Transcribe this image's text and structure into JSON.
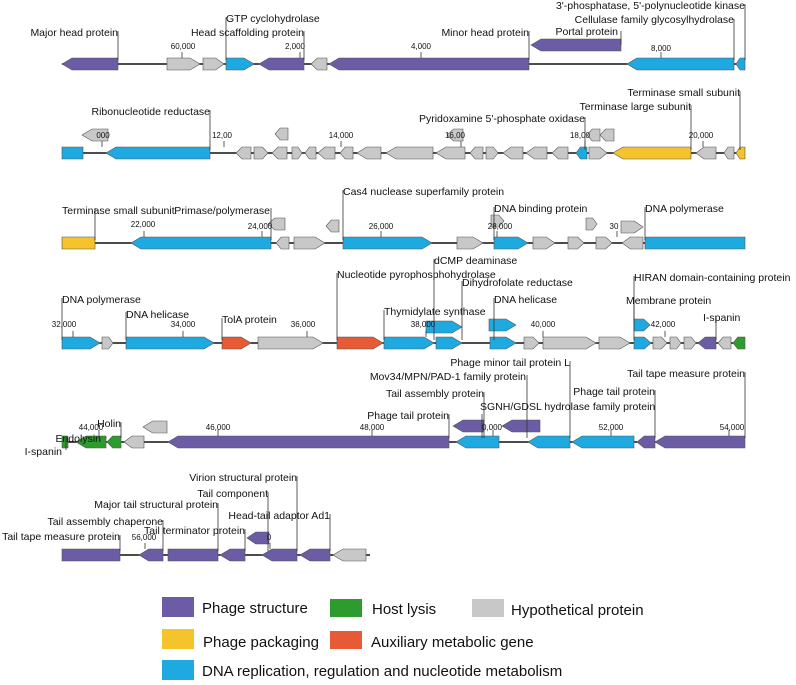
{
  "colors": {
    "structure": "#6B5CA5",
    "lysis": "#2E9B2E",
    "hypo": "#C8C8C8",
    "packaging": "#F5C32C",
    "amg": "#E65A35",
    "dna": "#1EA9E1"
  },
  "rows": [
    {
      "ticks": [
        "60,000",
        "2,000",
        "4,000",
        "8,000"
      ],
      "labels": [
        "Major head protein",
        "GTP cyclohydrolase",
        "Head scaffolding protein",
        "Minor head protein",
        "3'-phosphatase, 5'-polynucleotide kinase",
        "Cellulase family glycosylhydrolase",
        "Portal protein"
      ]
    },
    {
      "ticks": [
        "000",
        "12,00",
        "14,000",
        "16,00",
        "18,00",
        "20,000"
      ],
      "labels": [
        "Ribonucleotide reductase",
        "Pyridoxamine 5'-phosphate oxidase",
        "Terminase small subunit",
        "Terminase large subunit"
      ]
    },
    {
      "ticks": [
        "22,000",
        "24,000",
        "26,000",
        "28,000",
        "30"
      ],
      "labels": [
        "Terminase small subunit",
        "Primase/polymerase",
        "Cas4 nuclease superfamily protein",
        "DNA binding protein",
        "DNA polymerase"
      ]
    },
    {
      "ticks": [
        "32,000",
        "34,000",
        "36,000",
        "38,000",
        "40,000",
        "42,000"
      ],
      "labels": [
        "DNA polymerase",
        "DNA helicase",
        "TolA protein",
        "Nucleotide pyrophosphohydrolase",
        "dCMP deaminase",
        "Thymidylate synthase",
        "Dihydrofolate reductase",
        "DNA helicase",
        "HIRAN domain-containing protein",
        "Membrane protein",
        "I-spanin"
      ]
    },
    {
      "ticks": [
        "44,000",
        "46,000",
        "48,000",
        "0,000",
        "52,000",
        "54,000"
      ],
      "labels": [
        "I-spanin",
        "Endolysin",
        "Holin",
        "Phage tail protein",
        "Tail assembly protein",
        "Mov34/MPN/PAD-1 family protein",
        "Phage minor tail protein L",
        "SGNH/GDSL hydrolase family protein",
        "Phage tail protein",
        "Tail tape measure protein"
      ]
    },
    {
      "ticks": [
        "56,000",
        "0"
      ],
      "labels": [
        "Tail tape measure protein",
        "Tail assembly chaperone",
        "Major tail structural protein",
        "Tail terminator protein",
        "Virion structural protein",
        "Tail component",
        "Head-tail adaptor Ad1"
      ]
    }
  ],
  "legend": {
    "structure": "Phage structure",
    "lysis": "Host lysis",
    "hypo": "Hypothetical protein",
    "packaging": "Phage packaging",
    "amg": "Auxiliary metabolic gene",
    "dna": "DNA replication, regulation and nucleotide metabolism"
  }
}
